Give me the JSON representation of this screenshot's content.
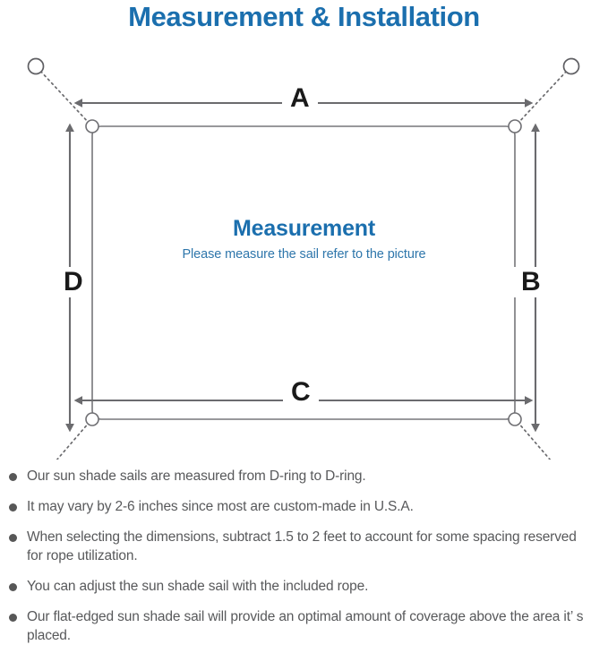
{
  "page": {
    "title": "Measurement & Installation",
    "title_color": "#1b6fae"
  },
  "diagram": {
    "center": {
      "heading": "Measurement",
      "subheading": "Please measure the sail refer to the picture"
    },
    "dimension_labels": {
      "top": "A",
      "right": "B",
      "bottom": "C",
      "left": "D"
    },
    "icons": {
      "anchor_point": "anchor-ring-icon",
      "corner_dring": "d-ring-icon",
      "rope": "dotted-rope-line-icon",
      "arrow": "double-arrow-icon"
    },
    "colors": {
      "sail_outline": "#6f6f73",
      "arrow": "#6b6b6e",
      "rope": "#6b6b6e",
      "ring": "#5f5f63"
    }
  },
  "notes": [
    {
      "text": "Our sun shade sails are measured from D-ring to D-ring."
    },
    {
      "text": "It may vary by 2-6 inches since most are custom-made in U.S.A."
    },
    {
      "text": "When selecting the dimensions, subtract 1.5 to 2 feet to account for some spacing reserved for rope utilization."
    },
    {
      "text": "You can adjust the sun shade sail with the included rope."
    },
    {
      "text": "Our flat-edged sun shade sail will provide an optimal amount of coverage above the area it’ s placed."
    }
  ]
}
